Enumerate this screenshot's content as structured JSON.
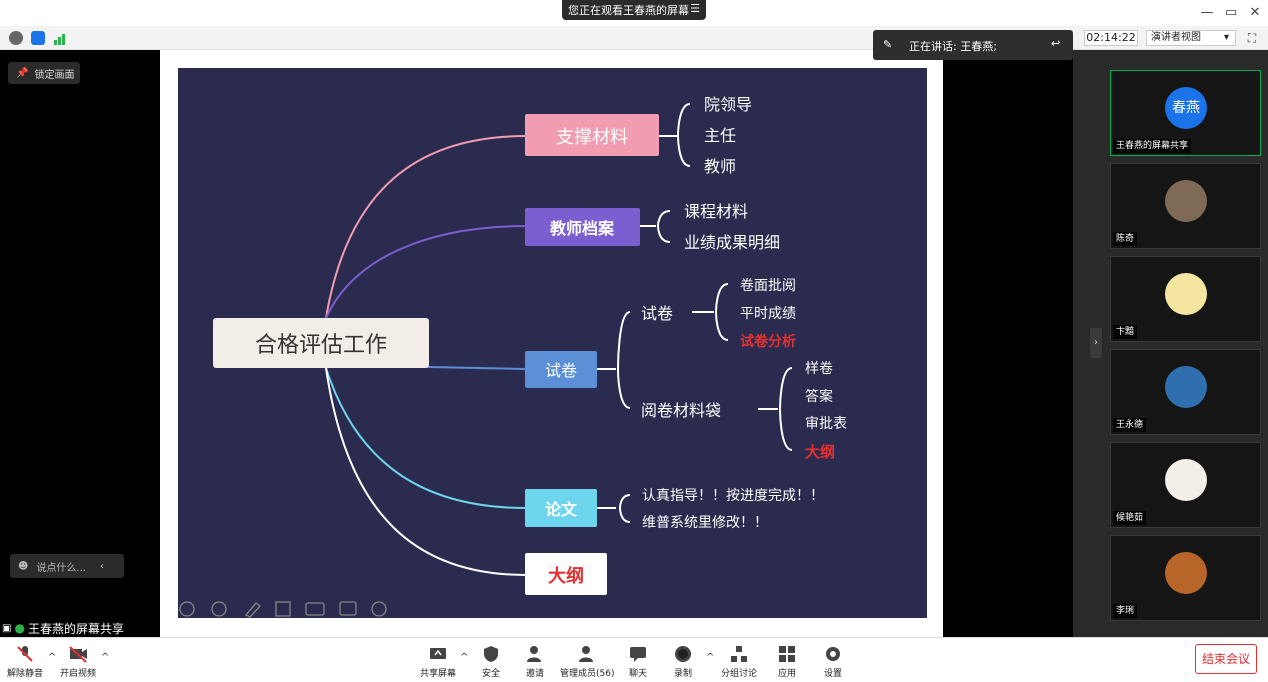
{
  "titlebar": {
    "viewing_text": "您正在观看王春燕的屏幕",
    "minimize_label": "—",
    "restore_label": "▭",
    "close_label": "✕"
  },
  "toprow": {
    "speaking_text": "正在讲话: 王春燕;",
    "timer": "02:14:22",
    "view_mode": "演讲者视图"
  },
  "stage": {
    "lock_label": "锁定画面",
    "chat_placeholder": "说点什么...",
    "share_label": "王春燕的屏幕共享"
  },
  "mindmap": {
    "center": "合格评估工作",
    "branches": [
      {
        "label": "支撑材料",
        "color": "#f19cb0",
        "children": [
          "院领导",
          "主任",
          "教师"
        ]
      },
      {
        "label": "教师档案",
        "color": "#7b5fd1",
        "children": [
          "课程材料",
          "业绩成果明细"
        ]
      },
      {
        "label": "试卷",
        "color": "#5b8fd6",
        "sub": [
          {
            "label": "试卷",
            "children": [
              "卷面批阅",
              "平时成绩",
              "试卷分析"
            ]
          },
          {
            "label": "阅卷材料袋",
            "children": [
              "样卷",
              "答案",
              "审批表",
              "大纲"
            ]
          }
        ]
      },
      {
        "label": "论文",
        "color": "#6ed6ec",
        "children": [
          "认真指导！！按进度完成！！",
          "维普系统里修改！！"
        ]
      },
      {
        "label": "大纲",
        "color": "#ffffff"
      }
    ],
    "highlight_color": "#e53030"
  },
  "participants": [
    {
      "name": "王春燕的屏幕共享",
      "avatar_text": "春燕",
      "avatar_color": "#1a73e8"
    },
    {
      "name": "陈奇"
    },
    {
      "name": "卞黯"
    },
    {
      "name": "王永德"
    },
    {
      "name": "候艳茹"
    },
    {
      "name": "李琍"
    }
  ],
  "bottombar": {
    "unmute": "解除静音",
    "start_video": "开启视频",
    "share_screen": "共享屏幕",
    "security": "安全",
    "invite": "邀请",
    "manage_members": "管理成员(56)",
    "chat": "聊天",
    "record": "录制",
    "breakout": "分组讨论",
    "apps": "应用",
    "settings": "设置",
    "end_meeting": "结束会议"
  }
}
